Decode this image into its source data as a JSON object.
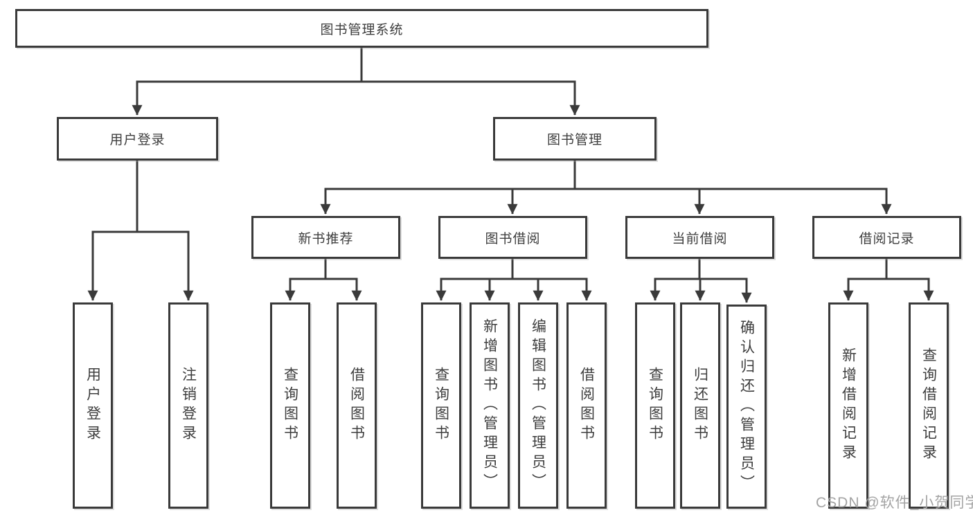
{
  "tree": {
    "label": "图书管理系统",
    "children": [
      {
        "label": "用户登录",
        "children": [
          {
            "label": "用户登录"
          },
          {
            "label": "注销登录"
          }
        ]
      },
      {
        "label": "图书管理",
        "children": [
          {
            "label": "新书推荐",
            "children": [
              {
                "label": "查询图书"
              },
              {
                "label": "借阅图书"
              }
            ]
          },
          {
            "label": "图书借阅",
            "children": [
              {
                "label": "查询图书"
              },
              {
                "label": "新增图书（管理员）"
              },
              {
                "label": "编辑图书（管理员）"
              },
              {
                "label": "借阅图书"
              }
            ]
          },
          {
            "label": "当前借阅",
            "children": [
              {
                "label": "查询图书"
              },
              {
                "label": "归还图书"
              },
              {
                "label": "确认归还（管理员）"
              }
            ]
          },
          {
            "label": "借阅记录",
            "children": [
              {
                "label": "新增借阅记录"
              },
              {
                "label": "查询借阅记录"
              }
            ]
          }
        ]
      }
    ]
  },
  "watermark": {
    "text": "CSDN @软件_小贺同学"
  },
  "colors": {
    "line": "#3a3a3a",
    "text": "#3d3d3d",
    "background": "#ffffff",
    "watermark": "#a3a3a3"
  }
}
